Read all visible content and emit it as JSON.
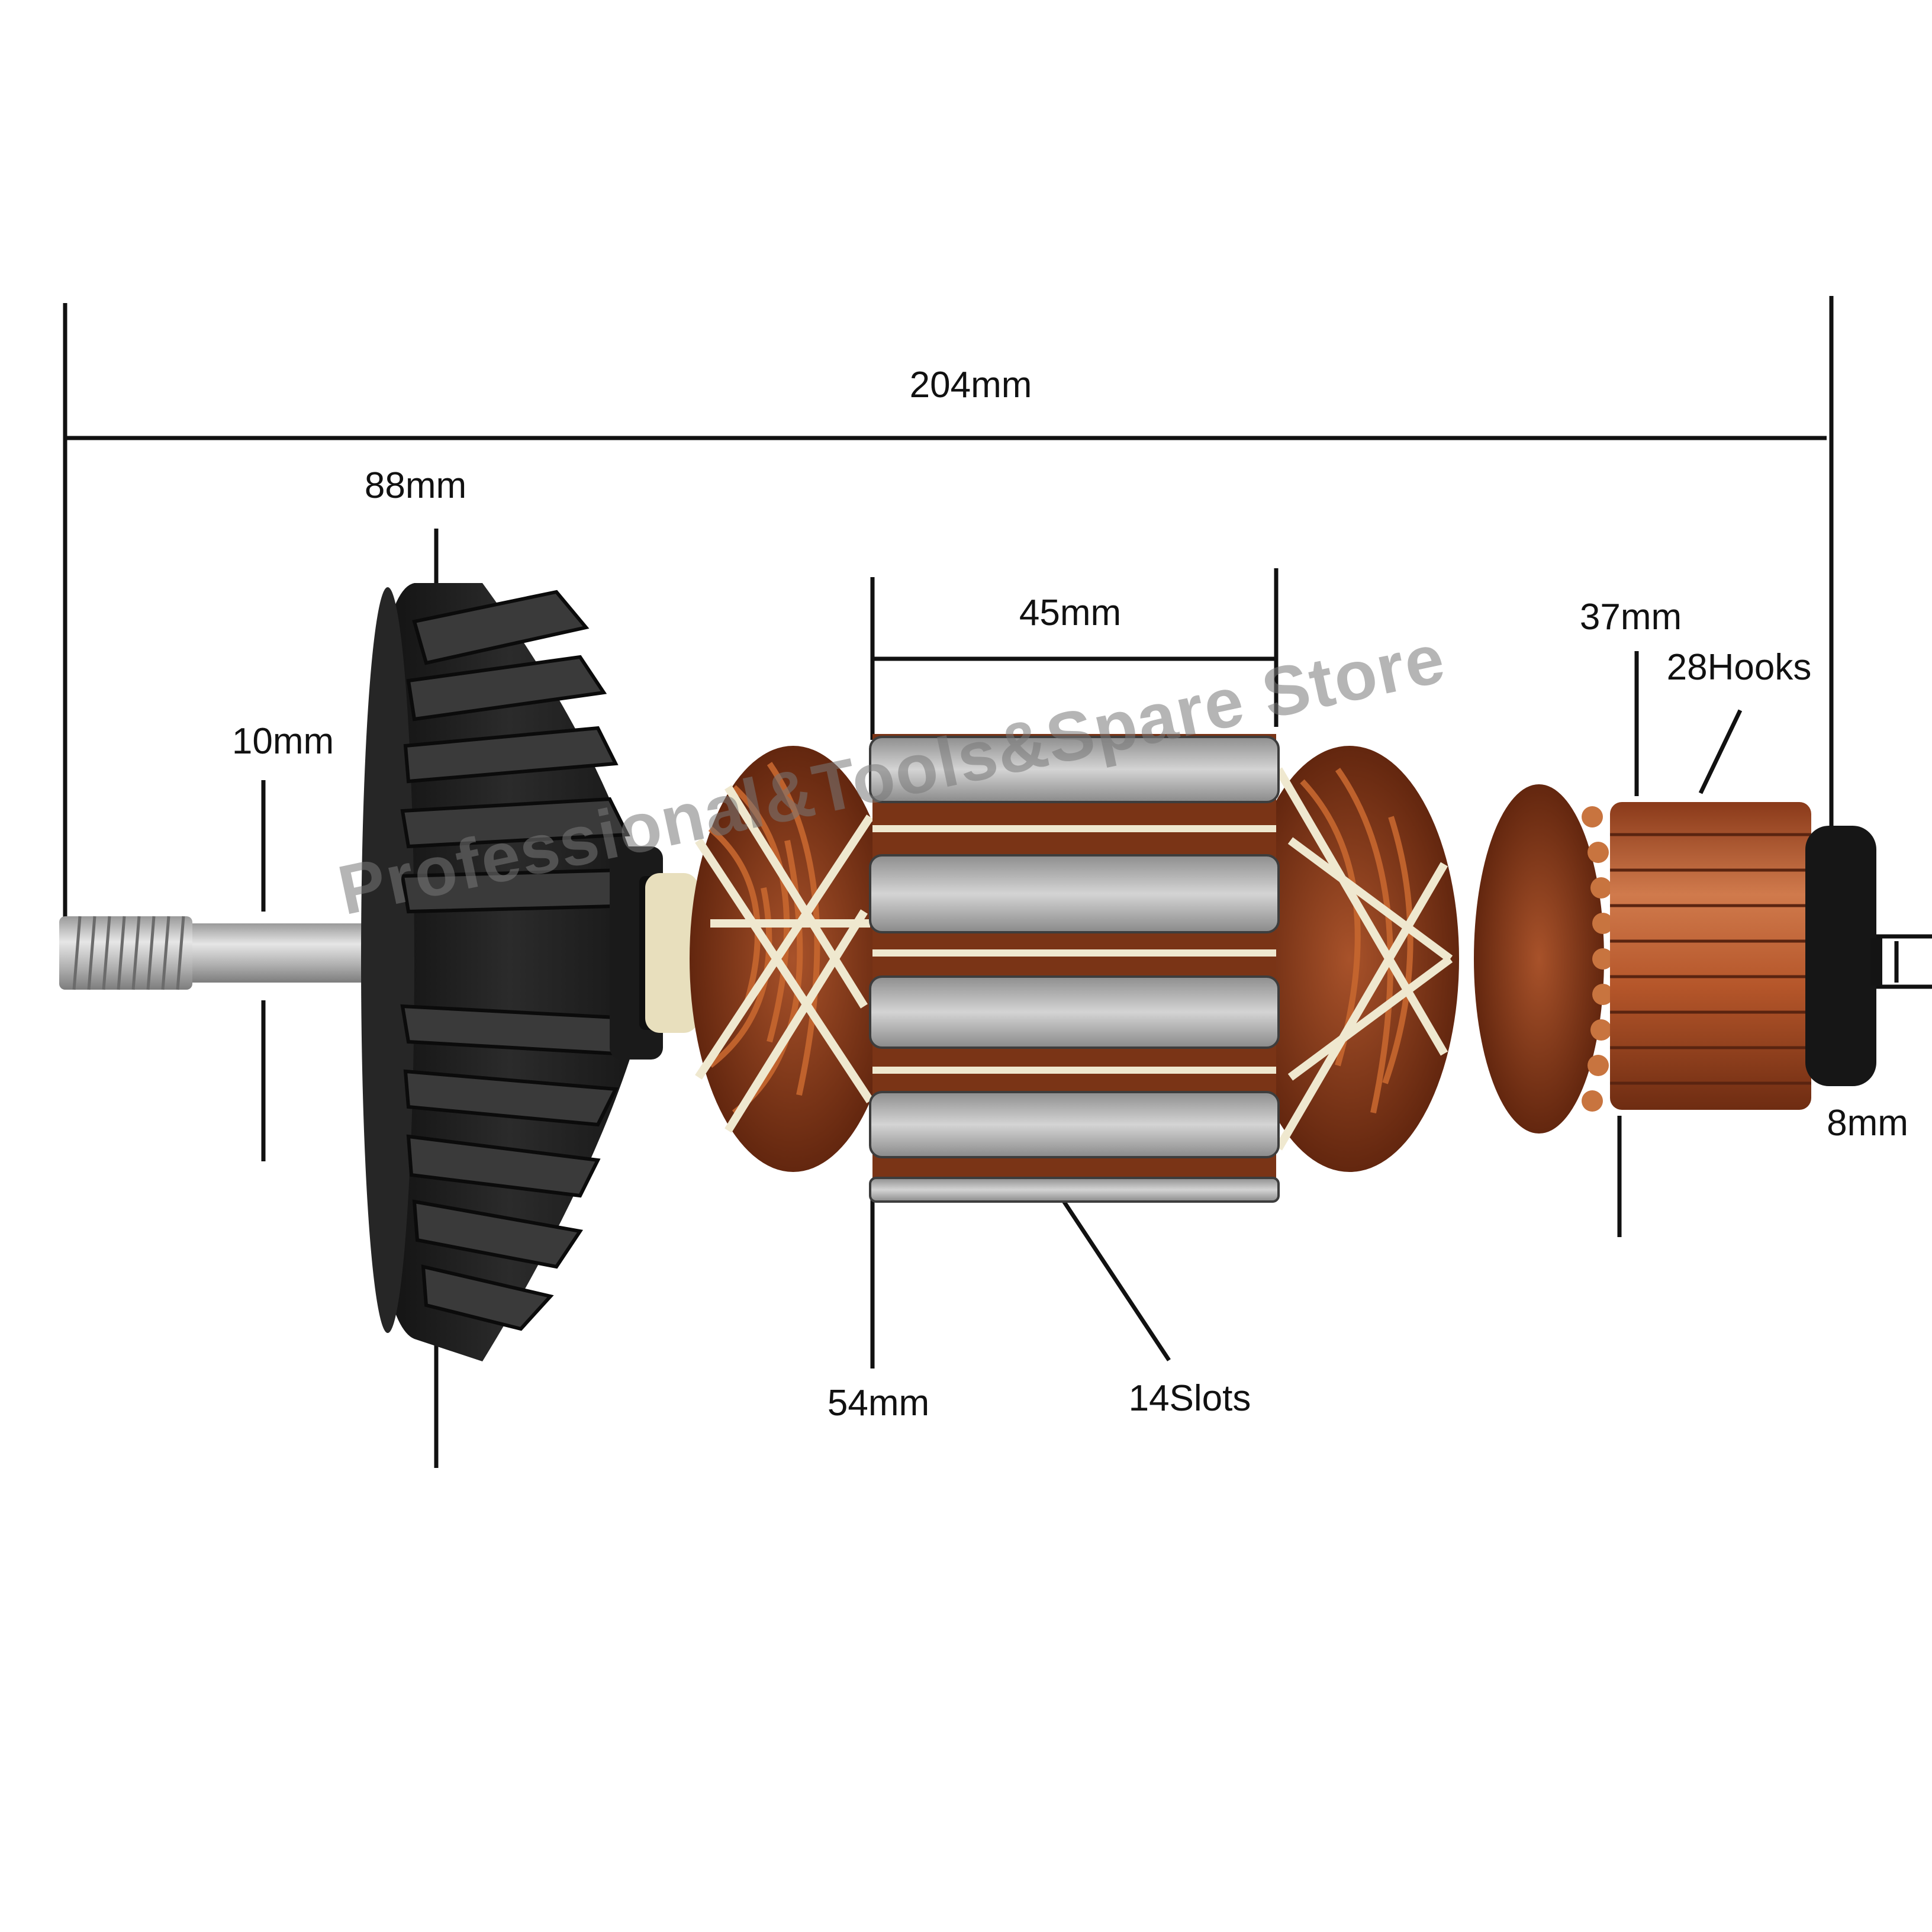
{
  "labels": {
    "overall_length": "204mm",
    "fan_diameter": "88mm",
    "shaft_diameter": "10mm",
    "core_length": "45mm",
    "commutator_diameter": "37mm",
    "hooks": "28Hooks",
    "core_diameter": "54mm",
    "slots": "14Slots",
    "end_shaft_diameter": "8mm"
  },
  "watermark": "Professional&Tools&Spare Store",
  "colors": {
    "background": "#ffffff",
    "dimension_line": "#111111",
    "fan": "#1c1c1c",
    "copper": "#b5562a",
    "lamination": "#b9b9b9",
    "binding_string": "#efe8cf",
    "shaft": "#c9c9c9"
  }
}
